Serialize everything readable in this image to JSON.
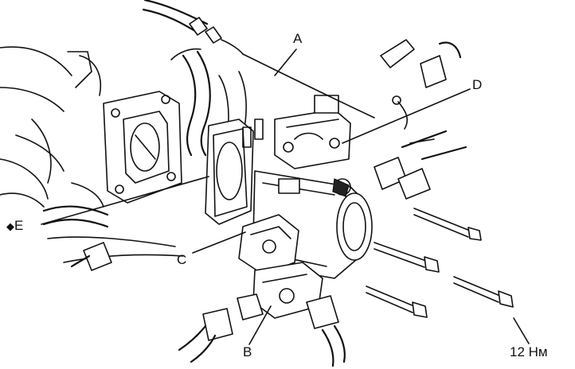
{
  "diagram": {
    "callouts": [
      {
        "id": "A",
        "text": "A"
      },
      {
        "id": "B",
        "text": "B"
      },
      {
        "id": "C",
        "text": "C"
      },
      {
        "id": "D",
        "text": "D"
      },
      {
        "id": "E",
        "text": "E"
      }
    ],
    "marker_e": "◆",
    "torque": "12 Нм"
  }
}
